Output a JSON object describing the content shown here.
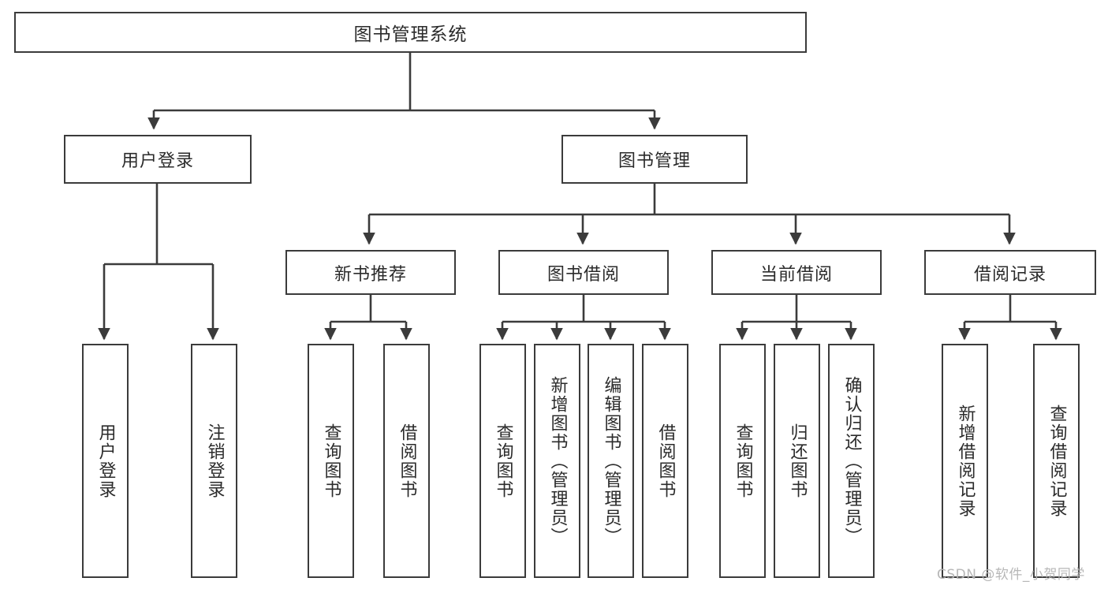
{
  "diagram": {
    "title": "图书管理系统",
    "type": "hierarchy-tree",
    "background": "#ffffff",
    "line_color": "#3b3b3b",
    "text_color": "#2b2b2b",
    "watermark": "CSDN @软件_小贺同学",
    "nodes": {
      "root": {
        "label": "图书管理系统"
      },
      "level2": [
        {
          "label": "用户登录"
        },
        {
          "label": "图书管理"
        }
      ],
      "level3": [
        {
          "label": "新书推荐"
        },
        {
          "label": "图书借阅"
        },
        {
          "label": "当前借阅"
        },
        {
          "label": "借阅记录"
        }
      ],
      "leaves_user_login": [
        {
          "label": "用户登录"
        },
        {
          "label": "注销登录"
        }
      ],
      "leaves_new_book": [
        {
          "label": "查询图书"
        },
        {
          "label": "借阅图书"
        }
      ],
      "leaves_borrow": [
        {
          "label": "查询图书"
        },
        {
          "label": "新增图书（管理员）"
        },
        {
          "label": "编辑图书（管理员）"
        },
        {
          "label": "借阅图书"
        }
      ],
      "leaves_current": [
        {
          "label": "查询图书"
        },
        {
          "label": "归还图书"
        },
        {
          "label": "确认归还（管理员）"
        }
      ],
      "leaves_records": [
        {
          "label": "新增借阅记录"
        },
        {
          "label": "查询借阅记录"
        }
      ]
    }
  }
}
